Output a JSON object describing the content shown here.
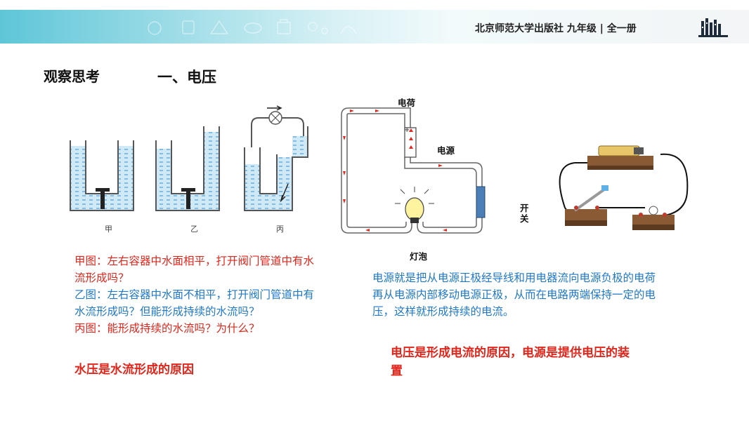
{
  "header": {
    "publisher": "北京师范大学出版社 九年级 | 全一册"
  },
  "section_title": "观察思考",
  "main_title": "一、电压",
  "water_figure": {
    "captions": [
      "甲",
      "乙",
      "丙"
    ]
  },
  "circuit_figure": {
    "label_charge": "电荷",
    "label_source": "电源",
    "label_switch": "开\n关",
    "label_bulb": "灯泡"
  },
  "left_text": [
    {
      "text": "甲图：左右容器中水面相平，打开阀门管道中有水流形成吗？",
      "color": "#e0251b"
    },
    {
      "text": "乙图：左右容器中水面不相平，打开阀门管道中有水流形成吗？但能形成持续的水流吗？",
      "color": "#1f78c8"
    },
    {
      "text": "丙图：能形成持续的水流吗？为什么？",
      "color": "#e0251b"
    }
  ],
  "left_conclusion": "水压是水流形成的原因",
  "right_text": "电源就是把从电源正极经导线和用电器流向电源负极的电荷再从电源内部移动电源正极，从而在电路两端保持一定的电压，这样就形成持续的电流。",
  "right_conclusion": "电压是形成电流的原因，电源是提供电压的装置",
  "colors": {
    "accent_red": "#e0251b",
    "accent_blue": "#1f78c8",
    "header_teal": "#5ec6d8"
  }
}
